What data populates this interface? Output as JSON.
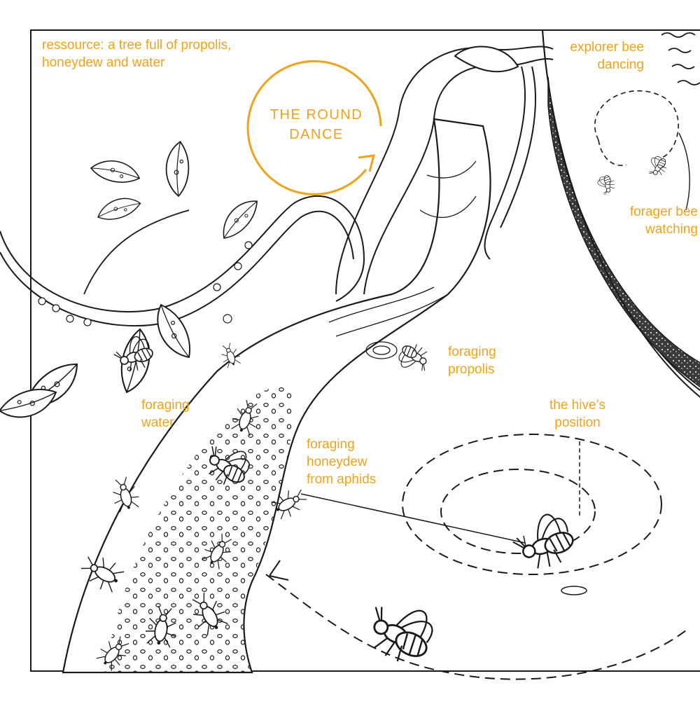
{
  "colors": {
    "accent": "#F0A319",
    "ink": "#1a1a1a",
    "paper": "#ffffff",
    "hive_wall": "#2b2b2b"
  },
  "title": {
    "line1": "THE ROUND",
    "line2": "DANCE"
  },
  "labels": {
    "resource": {
      "line1": "ressource: a tree full of propolis,",
      "line2": "honeydew and water"
    },
    "explorer": {
      "line1": "explorer bee",
      "line2": "dancing"
    },
    "forager_watching": {
      "line1": "forager bee",
      "line2": "watching"
    },
    "foraging_propolis": {
      "line1": "foraging",
      "line2": "propolis"
    },
    "foraging_water": {
      "line1": "foraging",
      "line2": "water"
    },
    "hive_position": {
      "line1": "the hive’s",
      "line2": "position"
    },
    "foraging_honeydew": {
      "line1": "foraging",
      "line2": "honeydew",
      "line3": "from aphids"
    }
  },
  "icons": [
    "round-dance-arrow-icon",
    "bee-icon",
    "aphid-icon",
    "leaf-icon",
    "sun-icon"
  ]
}
